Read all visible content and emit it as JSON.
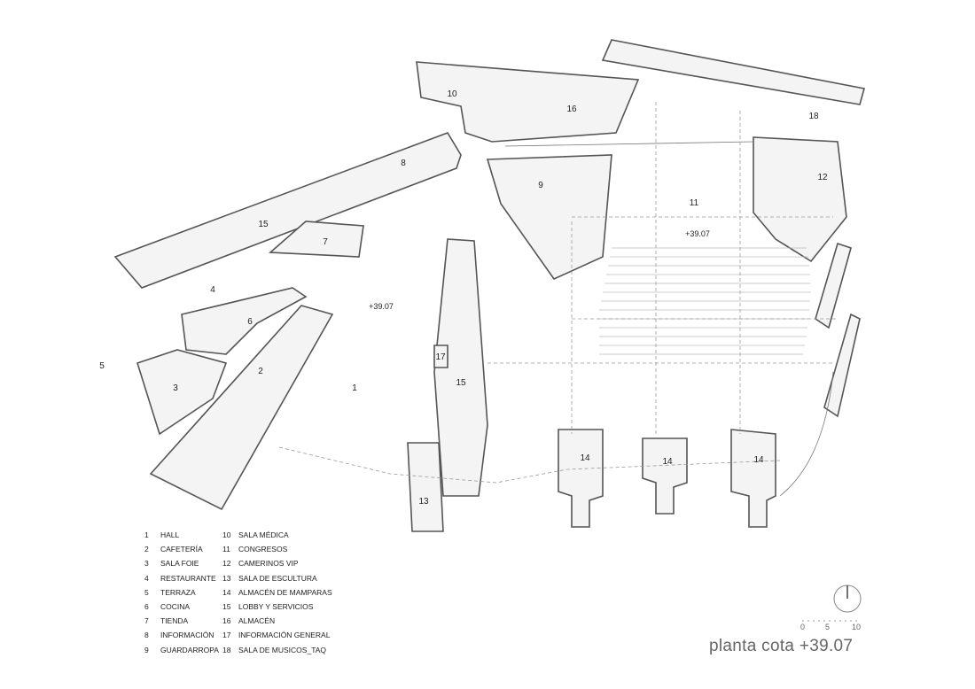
{
  "plan": {
    "title": "planta cota +39.07",
    "elevation_labels": [
      "+39.07",
      "+39.07"
    ],
    "room_labels": [
      "10",
      "16",
      "18",
      "8",
      "9",
      "12",
      "11",
      "15",
      "7",
      "4",
      "6",
      "5",
      "3",
      "2",
      "1",
      "17",
      "15",
      "14",
      "14",
      "14",
      "13"
    ],
    "scale": {
      "ticks": [
        "0",
        "5",
        "10"
      ]
    },
    "north_arrow": "north-arrow-icon"
  },
  "legend": {
    "col1": [
      {
        "n": "1",
        "label": "HALL"
      },
      {
        "n": "2",
        "label": "CAFETERÍA"
      },
      {
        "n": "3",
        "label": "SALA FOIE"
      },
      {
        "n": "4",
        "label": "RESTAURANTE"
      },
      {
        "n": "5",
        "label": "TERRAZA"
      },
      {
        "n": "6",
        "label": "COCINA"
      },
      {
        "n": "7",
        "label": "TIENDA"
      },
      {
        "n": "8",
        "label": "INFORMACIÓN"
      },
      {
        "n": "9",
        "label": "GUARDARROPA"
      }
    ],
    "col2": [
      {
        "n": "10",
        "label": "SALA MÉDICA"
      },
      {
        "n": "11",
        "label": "CONGRESOS"
      },
      {
        "n": "12",
        "label": "CAMERINOS VIP"
      },
      {
        "n": "13",
        "label": "SALA DE ESCULTURA"
      },
      {
        "n": "14",
        "label": "ALMACÉN DE MAMPARAS"
      },
      {
        "n": "15",
        "label": "LOBBY Y SERVICIOS"
      },
      {
        "n": "16",
        "label": "ALMACÉN"
      },
      {
        "n": "17",
        "label": "INFORMACIÓN GENERAL"
      },
      {
        "n": "18",
        "label": "SALA DE MUSICOS_TAQ"
      }
    ]
  }
}
